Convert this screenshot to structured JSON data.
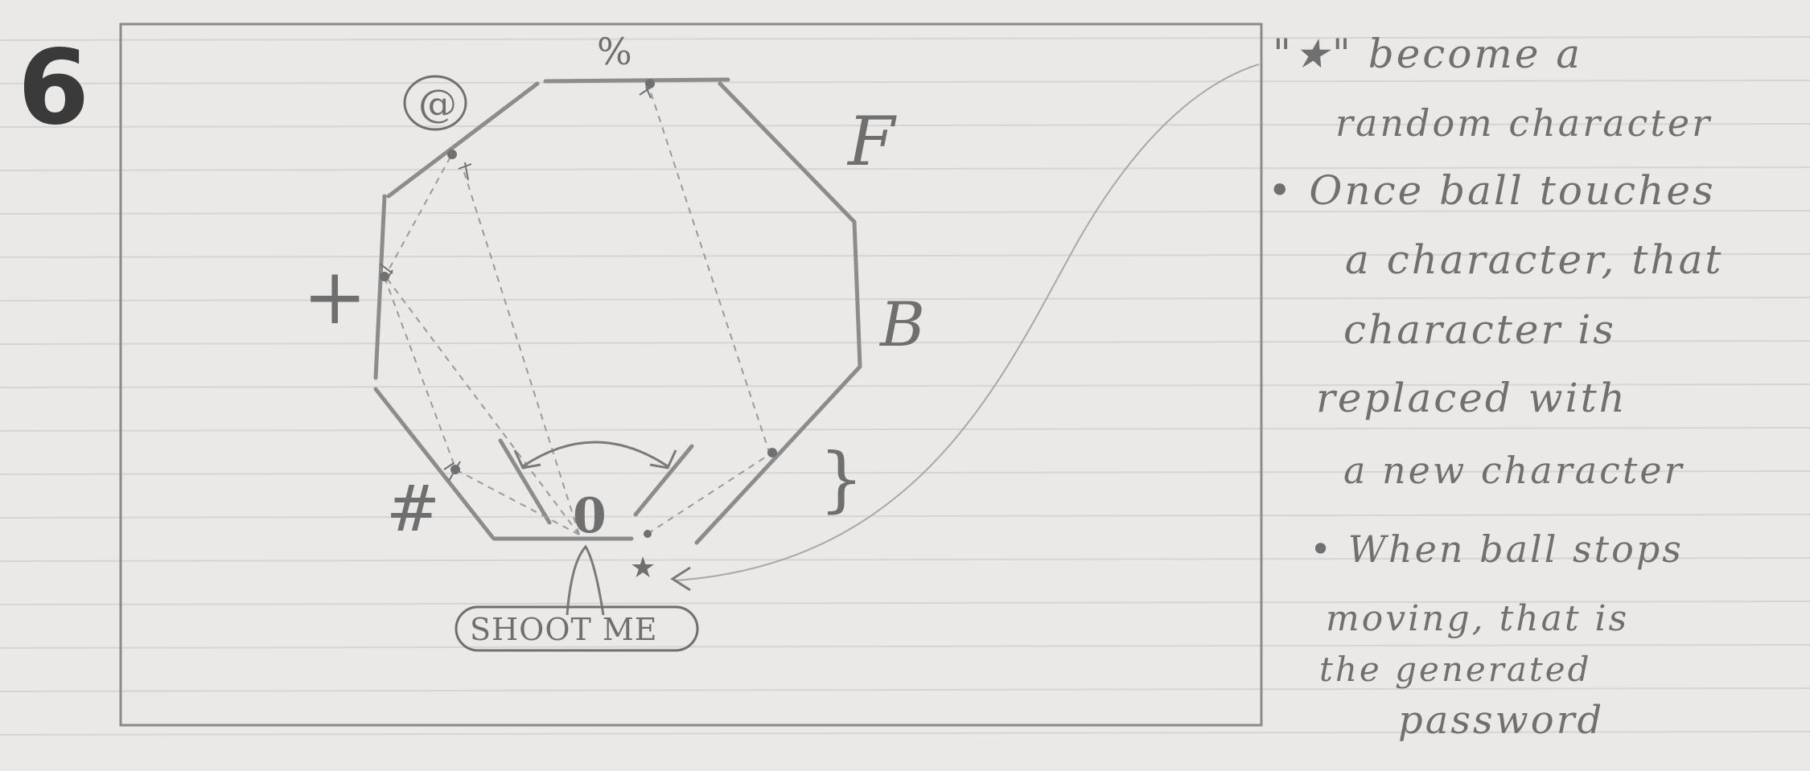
{
  "sketch_number": "6",
  "labels": {
    "at": "@",
    "percent": "%",
    "f": "F",
    "plus": "+",
    "b": "B",
    "hash": "#",
    "brace": "}",
    "zero": "0",
    "star": "★",
    "shoot_me": "SHOOT ME"
  },
  "notes": [
    "\"★\" become a",
    "random character",
    "• Once ball touches",
    "a character, that",
    "character is",
    "replaced with",
    "a new character",
    "• When ball stops",
    "moving, that is",
    "the generated",
    "password"
  ]
}
